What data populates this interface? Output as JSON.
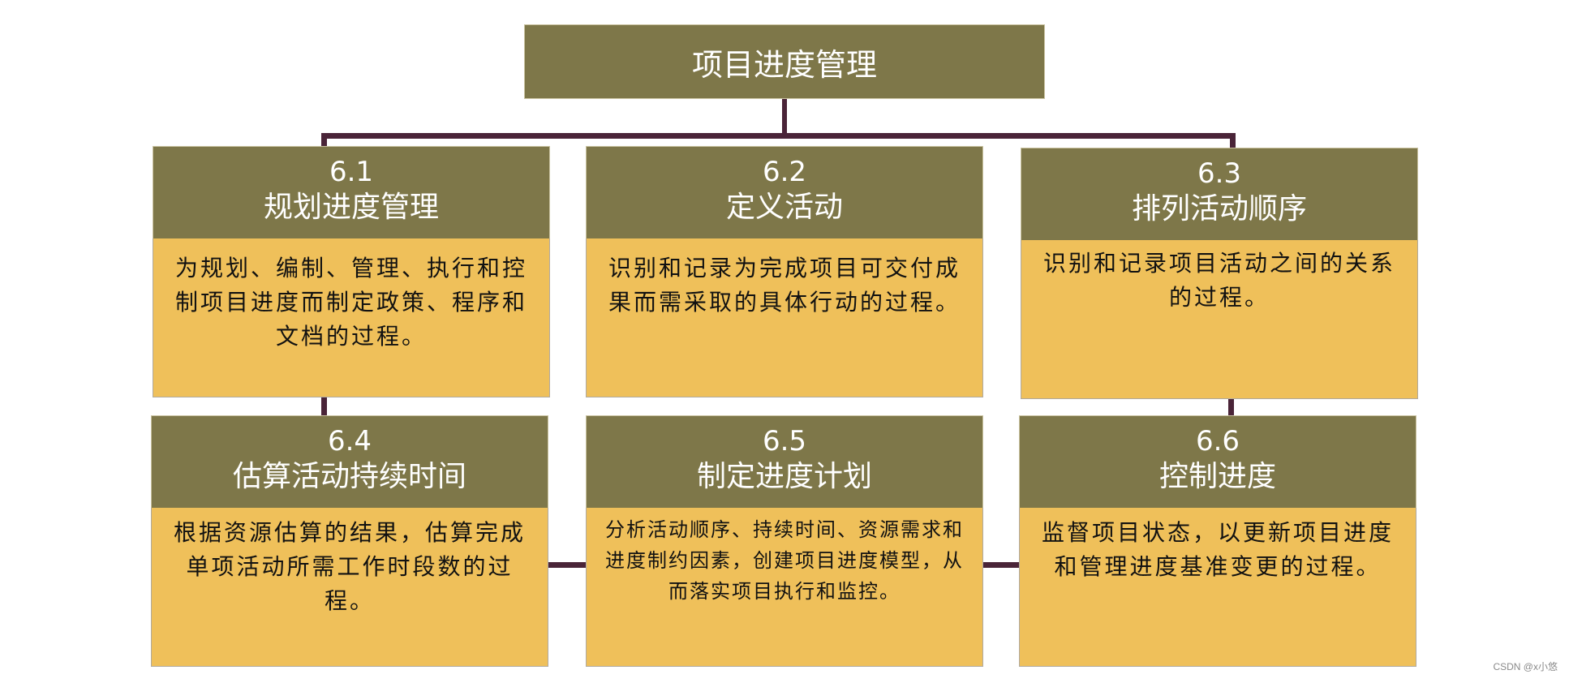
{
  "root": {
    "title": "项目进度管理"
  },
  "processes": [
    {
      "number": "6.1",
      "title": "规划进度管理",
      "description": "为规划、编制、管理、执行和控制项目进度而制定政策、程序和文档的过程。"
    },
    {
      "number": "6.2",
      "title": "定义活动",
      "description": "识别和记录为完成项目可交付成果而需采取的具体行动的过程。"
    },
    {
      "number": "6.3",
      "title": "排列活动顺序",
      "description": "识别和记录项目活动之间的关系的过程。"
    },
    {
      "number": "6.4",
      "title": "估算活动持续时间",
      "description": "根据资源估算的结果，估算完成单项活动所需工作时段数的过程。"
    },
    {
      "number": "6.5",
      "title": "制定进度计划",
      "description": "分析活动顺序、持续时间、资源需求和进度制约因素，创建项目进度模型，从而落实项目执行和监控。"
    },
    {
      "number": "6.6",
      "title": "控制进度",
      "description": "监督项目状态，以更新项目进度和管理进度基准变更的过程。"
    }
  ],
  "colors": {
    "header_bg": "#7e7749",
    "body_bg": "#efc05a",
    "connector": "#4a2438",
    "header_text": "#ffffff",
    "body_text": "#111111"
  },
  "watermark": "CSDN @x小悠"
}
